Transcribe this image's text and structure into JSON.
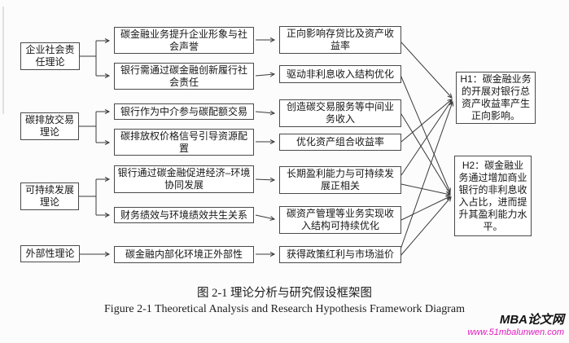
{
  "colors": {
    "background": "#fcfcfc",
    "box_border": "#4a4a4a",
    "text": "#161616",
    "connector": "#3a3a3a",
    "watermark_url": "#e11cbe"
  },
  "diagram": {
    "theories": [
      {
        "label": "企业社会责任理论"
      },
      {
        "label": "碳排放交易理论"
      },
      {
        "label": "可持续发展理论"
      },
      {
        "label": "外部性理论"
      }
    ],
    "mechanisms": [
      {
        "label": "碳金融业务提升企业形象与社会声誉"
      },
      {
        "label": "银行需通过碳金融创新履行社会责任"
      },
      {
        "label": "银行作为中介参与碳配额交易"
      },
      {
        "label": "碳排放权价格信号引导资源配置"
      },
      {
        "label": "银行通过碳金融促进经济–环境协同发展"
      },
      {
        "label": "财务绩效与环境绩效共生关系"
      },
      {
        "label": "碳金融内部化环境正外部性"
      }
    ],
    "outcomes": [
      {
        "label": "正向影响存贷比及资产收益率"
      },
      {
        "label": "驱动非利息收入结构优化"
      },
      {
        "label": "创造碳交易服务等中间业务收入"
      },
      {
        "label": "优化资产组合收益率"
      },
      {
        "label": "长期盈利能力与可持续发展正相关"
      },
      {
        "label": "碳资产管理等业务实现收入结构可持续优化"
      },
      {
        "label": "获得政策红利与市场溢价"
      }
    ],
    "hypotheses": [
      {
        "id": "H1",
        "label": "H1：碳金融业务的开展对银行总资产收益率产生正向影响。"
      },
      {
        "id": "H2",
        "label": "H2：碳金融业务通过增加商业银行的非利息收入占比，进而提升其盈利能力水平。"
      }
    ],
    "edges": {
      "theory_to_mechanism": [
        [
          0,
          0
        ],
        [
          0,
          1
        ],
        [
          1,
          2
        ],
        [
          1,
          3
        ],
        [
          2,
          4
        ],
        [
          2,
          5
        ],
        [
          3,
          6
        ]
      ],
      "mechanism_to_outcome": [
        [
          0,
          0
        ],
        [
          1,
          1
        ],
        [
          2,
          2
        ],
        [
          3,
          3
        ],
        [
          4,
          4
        ],
        [
          5,
          5
        ],
        [
          6,
          6
        ]
      ],
      "outcome_to_hypothesis": [
        [
          0,
          "H1"
        ],
        [
          3,
          "H1"
        ],
        [
          4,
          "H1"
        ],
        [
          6,
          "H1"
        ],
        [
          1,
          "H2"
        ],
        [
          2,
          "H2"
        ],
        [
          4,
          "H2"
        ],
        [
          5,
          "H2"
        ],
        [
          6,
          "H2"
        ]
      ]
    }
  },
  "captions": {
    "zh": "图 2-1 理论分析与研究假设框架图",
    "en": "Figure 2-1 Theoretical Analysis and Research Hypothesis Framework Diagram"
  },
  "watermark": {
    "site": "MBA论文网",
    "url": "www.51mbalunwen.com"
  }
}
